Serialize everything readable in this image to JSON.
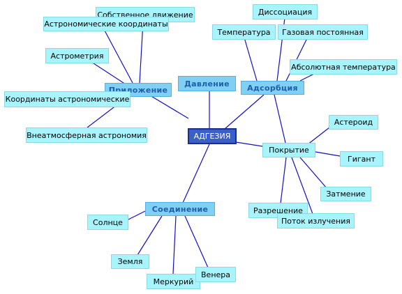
{
  "diagram": {
    "center": "АДГЕЗИЯ",
    "branches": {
      "prilozhenie": "Приложение",
      "davlenie": "Давление",
      "adsorbtsiya": "Адсорбция",
      "pokrytie": "Покрытие",
      "soedinenie": "Соединение"
    },
    "leaves": {
      "sobstvennoe": "Собственное движение",
      "astro_koord": "Астрономические координаты",
      "astrometriya": "Астрометрия",
      "koord_astro": "Координаты астрономические",
      "vneatmo": "Внеатмосферная астрономия",
      "temperatura": "Температура",
      "dissotsiatsiya": "Диссоциация",
      "gazovaya": "Газовая постоянная",
      "absolyutnaya": "Абсолютная температура",
      "asteroid": "Астероид",
      "gigant": "Гигант",
      "zatmenie": "Затмение",
      "razreshenie": "Разрешение",
      "potok": "Поток излучения",
      "solntse": "Солнце",
      "zemlya": "Земля",
      "merkuriy": "Меркурий",
      "venera": "Венера"
    }
  }
}
